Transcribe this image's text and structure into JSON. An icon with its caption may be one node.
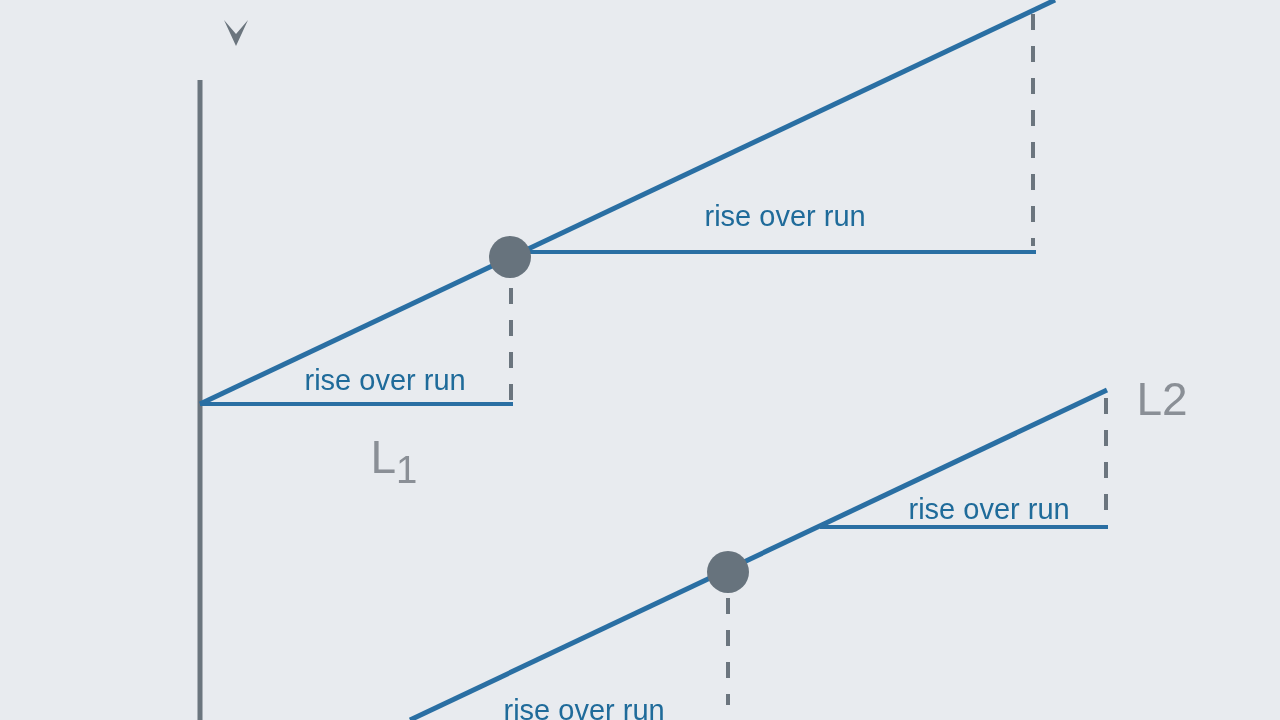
{
  "diagram": {
    "labels": [
      "rise over run",
      "rise over run",
      "L2",
      "L$_{1}$",
      "rise over run",
      "rise over run"
    ]
  }
}
